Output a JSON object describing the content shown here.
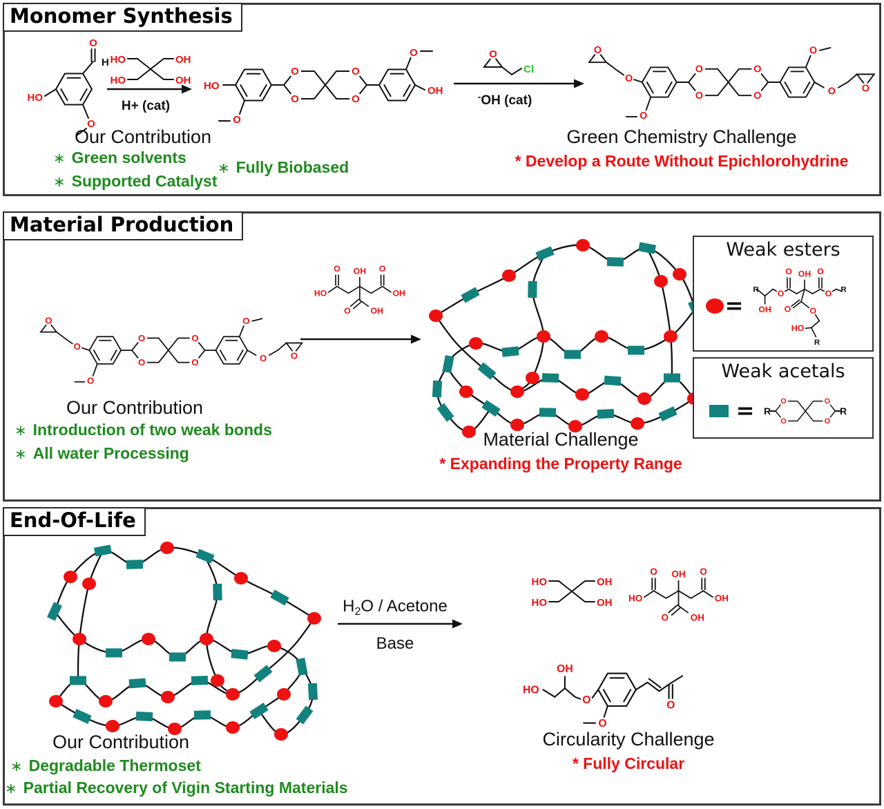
{
  "labels": {
    "HO": "HO",
    "OH": "OH",
    "O": "O",
    "H": "H",
    "Cl": "Cl",
    "R": "R",
    "minus": "-",
    "equals": "=",
    "bullet": "∗"
  },
  "panel1": {
    "title": "Monomer Synthesis",
    "arrow1_caption": "H+ (cat)",
    "arrow2_caption_sup": "-",
    "arrow2_caption": "OH (cat)",
    "contribution_title": "Our Contribution",
    "bullets": [
      "Green solvents",
      "Supported Catalyst",
      "Fully Biobased"
    ],
    "challenge_title": "Green Chemistry Challenge",
    "challenge_bullet": "* Develop a Route Without Epichlorohydrine"
  },
  "panel2": {
    "title": "Material Production",
    "contribution_title": "Our Contribution",
    "bullets": [
      "Introduction of two weak bonds",
      "All water Processing"
    ],
    "challenge_title": "Material Challenge",
    "challenge_bullet": "* Expanding the Property Range",
    "legend_esters_title": "Weak esters",
    "legend_acetals_title": "Weak acetals"
  },
  "panel3": {
    "title": "End-Of-Life",
    "arrow_top_pre": "H",
    "arrow_top_sub": "2",
    "arrow_top_post": "O / Acetone",
    "arrow_bottom": "Base",
    "contribution_title": "Our Contribution",
    "bullets": [
      "Degradable Thermoset",
      "Partial Recovery of Vigin Starting Materials"
    ],
    "challenge_title": "Circularity Challenge",
    "challenge_bullet": "* Fully Circular"
  },
  "colors": {
    "red": "#ee1111",
    "green": "#1e8b1e",
    "teal": "#12827e",
    "chlorine_green": "#27c427",
    "black": "#111111"
  }
}
